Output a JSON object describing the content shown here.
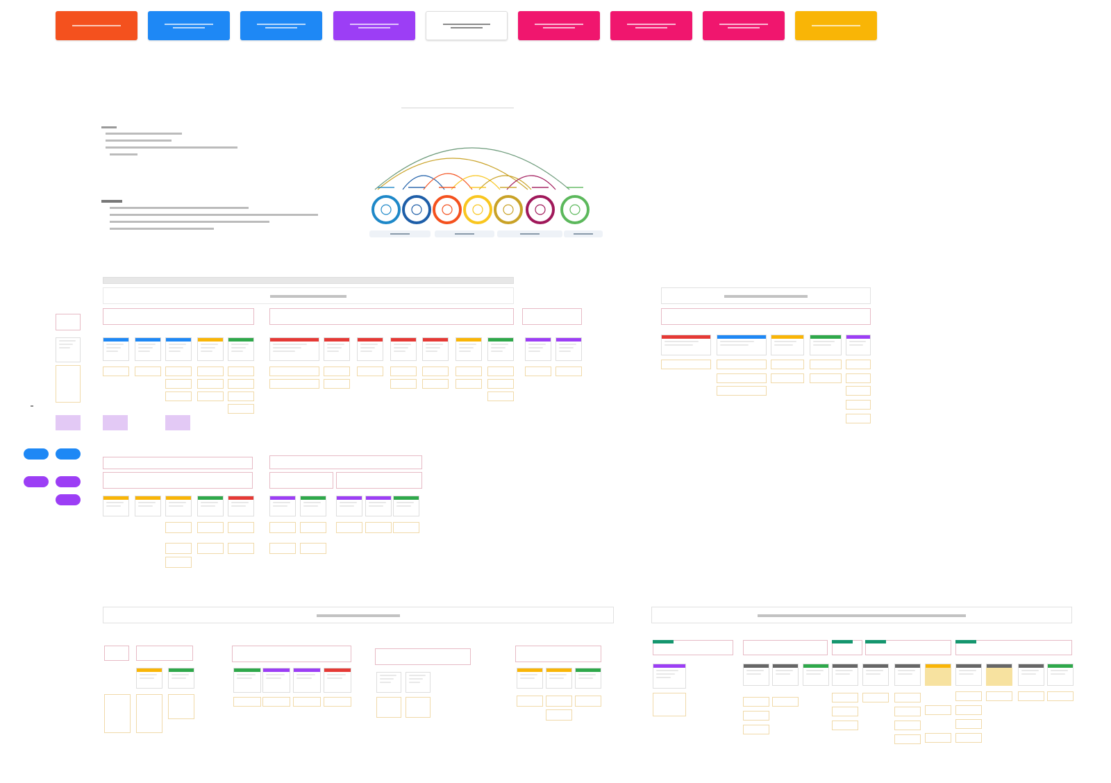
{
  "colors": {
    "orange": "#f4511e",
    "blue": "#1e88f5",
    "purple": "#9c3ef5",
    "pink": "#f0166e",
    "yellow": "#f9b506",
    "red": "#e53935",
    "green": "#2ea84a",
    "lavender": "#e3c9f5",
    "stage_colors": [
      "#1e88c8",
      "#1e5ea8",
      "#f4511e",
      "#f9c61f",
      "#c9a227",
      "#a0185a",
      "#5cb85c"
    ]
  },
  "legend": [
    {
      "color": "orange",
      "icon": "legend-orange-tag-icon"
    },
    {
      "color": "blue",
      "icon": "legend-blue-tag-icon"
    },
    {
      "color": "blue",
      "icon": "legend-blue-tag-icon"
    },
    {
      "color": "purple",
      "icon": "legend-purple-tag-icon"
    },
    {
      "color": "white",
      "icon": "legend-white-tag-icon"
    },
    {
      "color": "pink",
      "icon": "legend-pink-tag-icon"
    },
    {
      "color": "pink",
      "icon": "legend-pink-tag-icon"
    },
    {
      "color": "pink",
      "icon": "legend-pink-tag-icon"
    },
    {
      "color": "yellow",
      "icon": "legend-yellow-tag-icon"
    }
  ],
  "stages": [
    {
      "label": "",
      "icon": "user-icon"
    },
    {
      "label": "",
      "icon": "search-icon"
    },
    {
      "label": "",
      "icon": "lightbulb-icon"
    },
    {
      "label": "",
      "icon": "pencil-icon"
    },
    {
      "label": "",
      "icon": "document-icon"
    },
    {
      "label": "",
      "icon": "rocket-icon"
    },
    {
      "label": "",
      "icon": "gears-icon"
    }
  ],
  "sections": {
    "top_middle": "",
    "top_right": "",
    "bottom_left": "",
    "bottom_right": ""
  }
}
